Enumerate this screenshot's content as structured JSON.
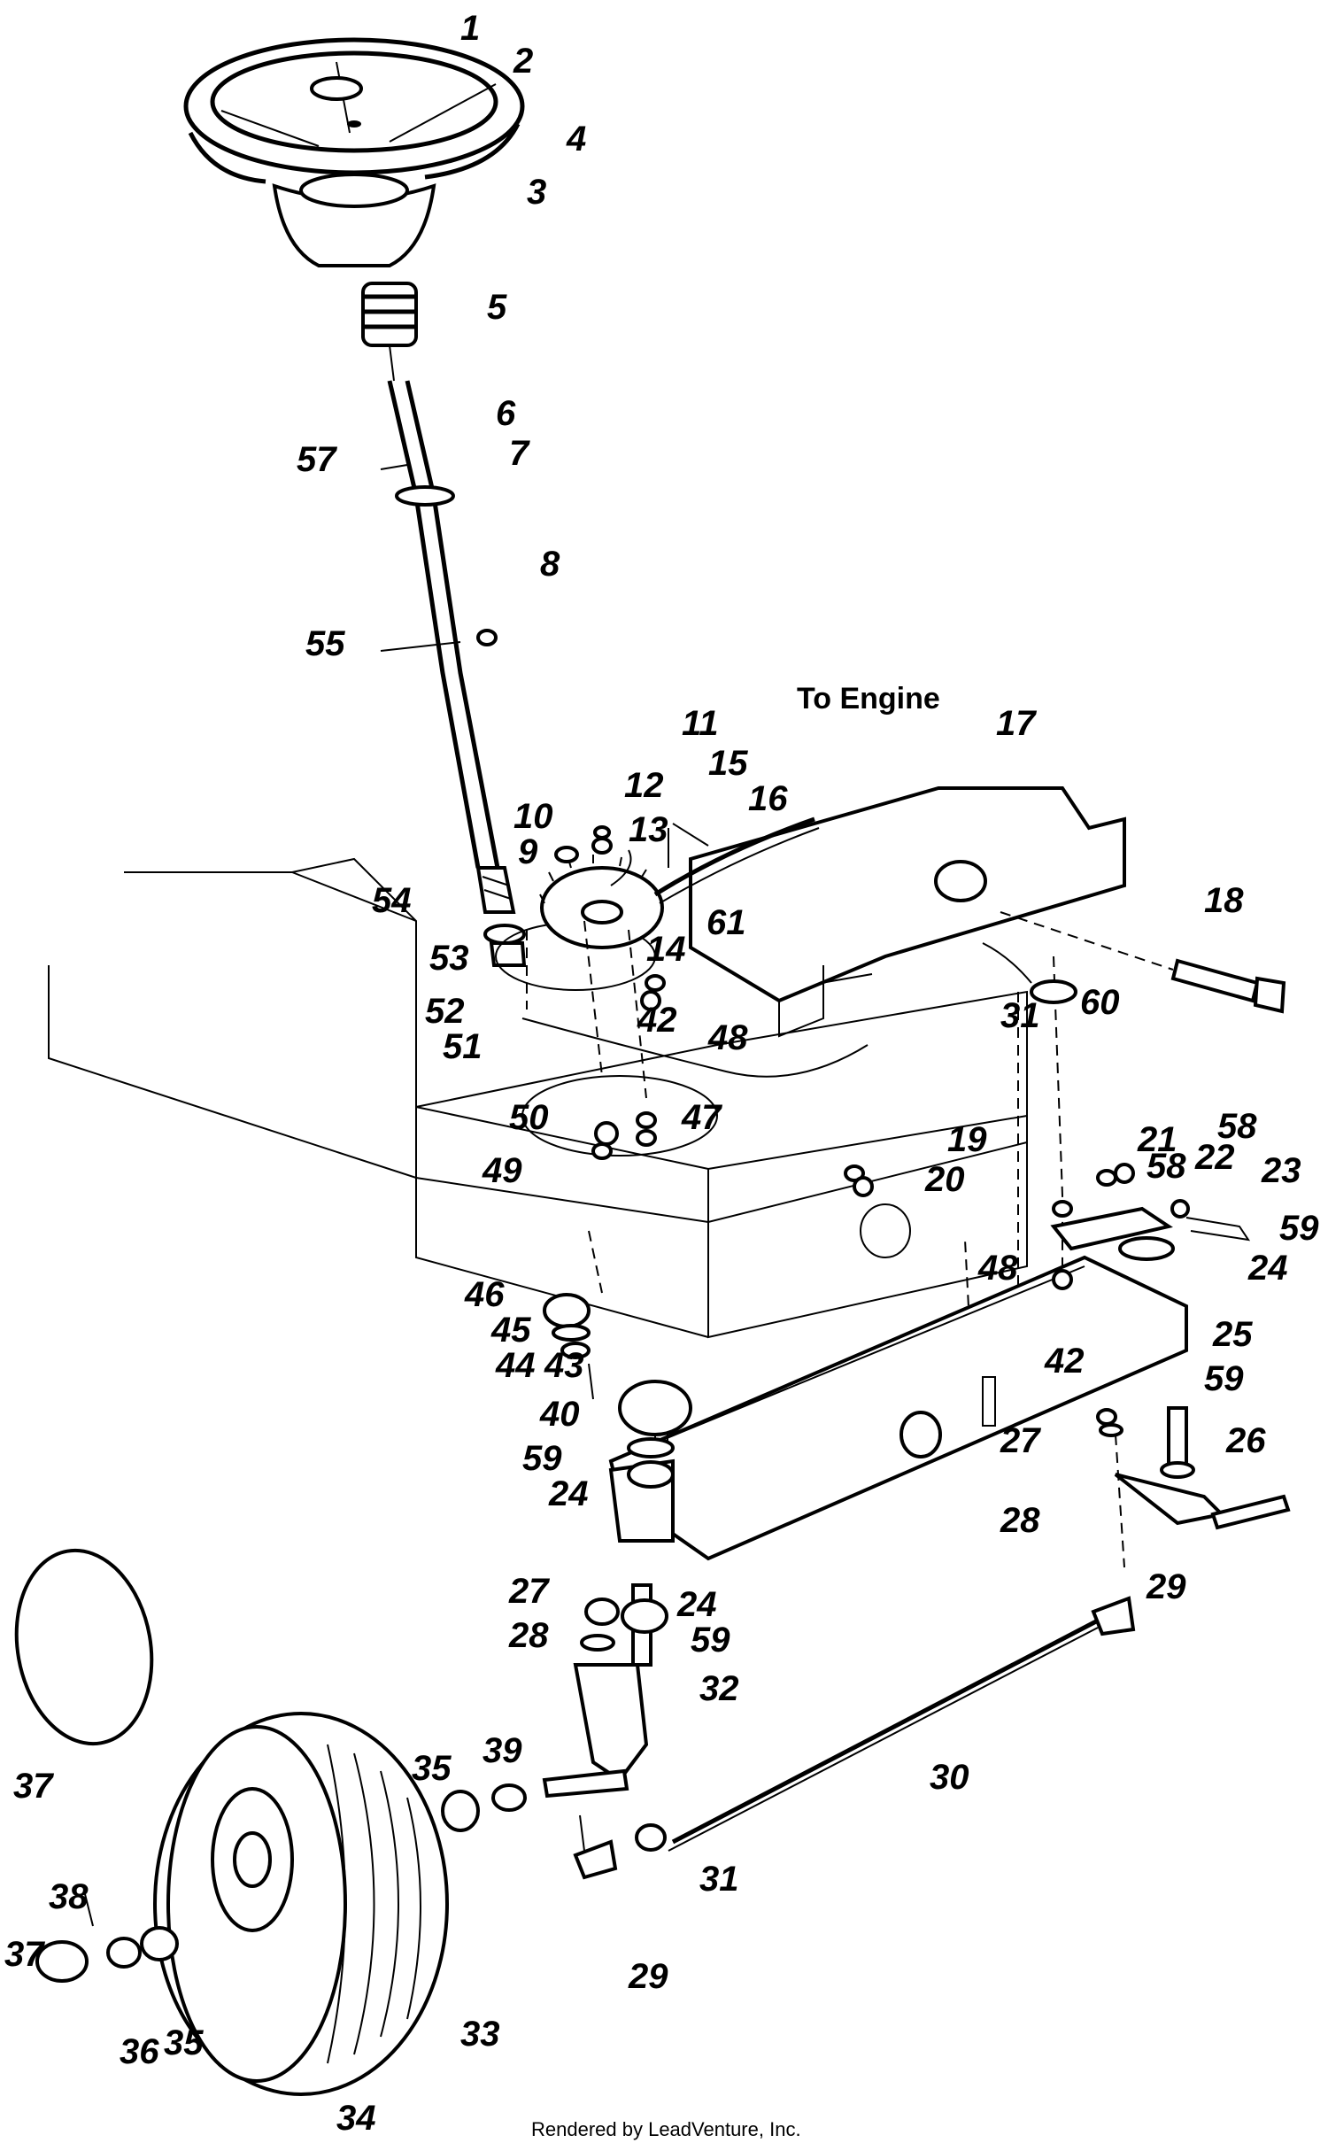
{
  "heading": "To Engine",
  "footer": "Rendered by LeadVenture, Inc.",
  "callouts": [
    {
      "id": "c1",
      "text": "1"
    },
    {
      "id": "c2",
      "text": "2"
    },
    {
      "id": "c3",
      "text": "3"
    },
    {
      "id": "c4",
      "text": "4"
    },
    {
      "id": "c5",
      "text": "5"
    },
    {
      "id": "c6",
      "text": "6"
    },
    {
      "id": "c7",
      "text": "7"
    },
    {
      "id": "c57",
      "text": "57"
    },
    {
      "id": "c8",
      "text": "8"
    },
    {
      "id": "c55",
      "text": "55"
    },
    {
      "id": "c11",
      "text": "11"
    },
    {
      "id": "c12",
      "text": "12"
    },
    {
      "id": "c10",
      "text": "10"
    },
    {
      "id": "c13",
      "text": "13"
    },
    {
      "id": "c9",
      "text": "9"
    },
    {
      "id": "c15",
      "text": "15"
    },
    {
      "id": "c16",
      "text": "16"
    },
    {
      "id": "c17",
      "text": "17"
    },
    {
      "id": "c54",
      "text": "54"
    },
    {
      "id": "c61",
      "text": "61"
    },
    {
      "id": "c53",
      "text": "53"
    },
    {
      "id": "c14",
      "text": "14"
    },
    {
      "id": "c52",
      "text": "52"
    },
    {
      "id": "c42a",
      "text": "42"
    },
    {
      "id": "c51",
      "text": "51"
    },
    {
      "id": "c18",
      "text": "18"
    },
    {
      "id": "c31a",
      "text": "31"
    },
    {
      "id": "c60",
      "text": "60"
    },
    {
      "id": "c48a",
      "text": "48"
    },
    {
      "id": "c50",
      "text": "50"
    },
    {
      "id": "c47",
      "text": "47"
    },
    {
      "id": "c49",
      "text": "49"
    },
    {
      "id": "c19",
      "text": "19"
    },
    {
      "id": "c20",
      "text": "20"
    },
    {
      "id": "c21",
      "text": "21"
    },
    {
      "id": "c58a",
      "text": "58"
    },
    {
      "id": "c22",
      "text": "22"
    },
    {
      "id": "c58b",
      "text": "58"
    },
    {
      "id": "c23",
      "text": "23"
    },
    {
      "id": "c59a",
      "text": "59"
    },
    {
      "id": "c48b",
      "text": "48"
    },
    {
      "id": "c24a",
      "text": "24"
    },
    {
      "id": "c25",
      "text": "25"
    },
    {
      "id": "c42b",
      "text": "42"
    },
    {
      "id": "c46",
      "text": "46"
    },
    {
      "id": "c45",
      "text": "45"
    },
    {
      "id": "c44",
      "text": "44"
    },
    {
      "id": "c43",
      "text": "43"
    },
    {
      "id": "c40",
      "text": "40"
    },
    {
      "id": "c59b",
      "text": "59"
    },
    {
      "id": "c24b",
      "text": "24"
    },
    {
      "id": "c59c",
      "text": "59"
    },
    {
      "id": "c27a",
      "text": "27"
    },
    {
      "id": "c26",
      "text": "26"
    },
    {
      "id": "c28a",
      "text": "28"
    },
    {
      "id": "c37a",
      "text": "37"
    },
    {
      "id": "c27b",
      "text": "27"
    },
    {
      "id": "c24c",
      "text": "24"
    },
    {
      "id": "c29a",
      "text": "29"
    },
    {
      "id": "c28b",
      "text": "28"
    },
    {
      "id": "c59d",
      "text": "59"
    },
    {
      "id": "c32",
      "text": "32"
    },
    {
      "id": "c30",
      "text": "30"
    },
    {
      "id": "c35a",
      "text": "35"
    },
    {
      "id": "c39",
      "text": "39"
    },
    {
      "id": "c31b",
      "text": "31"
    },
    {
      "id": "c38",
      "text": "38"
    },
    {
      "id": "c37b",
      "text": "37"
    },
    {
      "id": "c29b",
      "text": "29"
    },
    {
      "id": "c36",
      "text": "36"
    },
    {
      "id": "c35b",
      "text": "35"
    },
    {
      "id": "c33",
      "text": "33"
    },
    {
      "id": "c34",
      "text": "34"
    }
  ]
}
